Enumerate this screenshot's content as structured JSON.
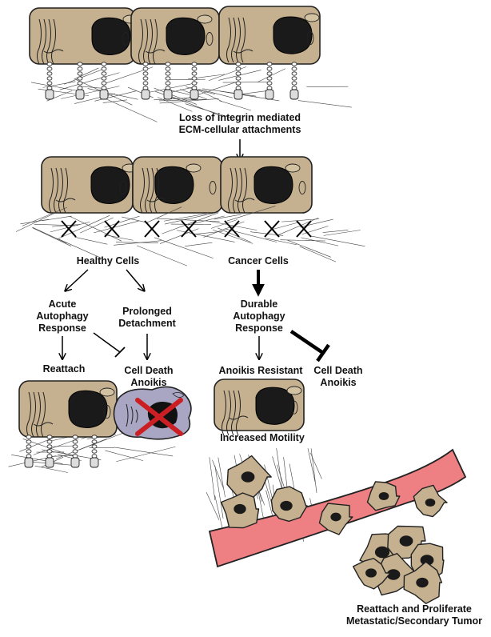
{
  "labels": {
    "loss_line1": "Loss of integrin mediated",
    "loss_line2": "ECM-cellular attachments",
    "healthy": "Healthy Cells",
    "cancer": "Cancer Cells",
    "acute_1": "Acute",
    "acute_2": "Autophagy",
    "acute_3": "Response",
    "prolonged_1": "Prolonged",
    "prolonged_2": "Detachment",
    "durable_1": "Durable",
    "durable_2": "Autophagy",
    "durable_3": "Response",
    "reattach": "Reattach",
    "cell_death_1": "Cell Death",
    "cell_death_2": "Anoikis",
    "anoikis_resistant": "Anoikis Resistant",
    "cell_death_right_1": "Cell Death",
    "cell_death_right_2": "Anoikis",
    "increased_motility": "Increased Motility",
    "final_1": "Reattach and Proliferate",
    "final_2": "Metastatic/Secondary Tumor"
  },
  "colors": {
    "cell": "#c5b08f",
    "nucleus": "#1a1a1a",
    "dead_cell": "#a8a6c2",
    "vessel": "#ee7f82",
    "x_mark": "#cc1f24"
  }
}
